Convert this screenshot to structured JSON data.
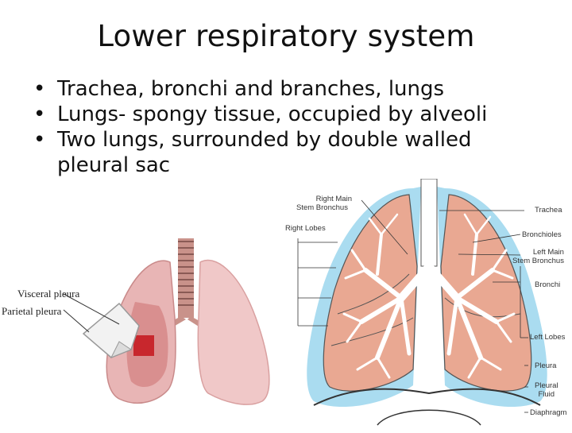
{
  "title": "Lower respiratory system",
  "bullets": [
    {
      "text": "Trachea, bronchi and branches, lungs"
    },
    {
      "text": "Lungs- spongy tissue, occupied by alveoli"
    },
    {
      "text": "Two lungs, surrounded by double walled pleural sac",
      "line1": "Two lungs, surrounded by double walled",
      "line2": "pleural sac"
    }
  ],
  "left_figure": {
    "labels": {
      "visceral": "Visceral pleura",
      "parietal": "Parietal pleura"
    }
  },
  "right_figure": {
    "labels": {
      "right_main_stem_1": "Right Main",
      "right_main_stem_2": "Stem Bronchus",
      "right_lobes": "Right Lobes",
      "trachea": "Trachea",
      "bronchioles": "Bronchioles",
      "left_main_1": "Left Main",
      "left_main_2": "Stem Bronchus",
      "bronchi": "Bronchi",
      "left_lobes": "Left Lobes",
      "pleura": "Pleura",
      "pleural_fluid_1": "Pleural",
      "pleural_fluid_2": "Fluid",
      "diaphragm": "Diaphragm"
    }
  },
  "colors": {
    "lung_fill": "#e9a892",
    "lung_dark": "#d98a78",
    "pleura_blue": "#aadcf0",
    "airway_white": "#ffffff",
    "left_lung_pink": "#f0c8c8",
    "accent_red": "#c4151c"
  }
}
